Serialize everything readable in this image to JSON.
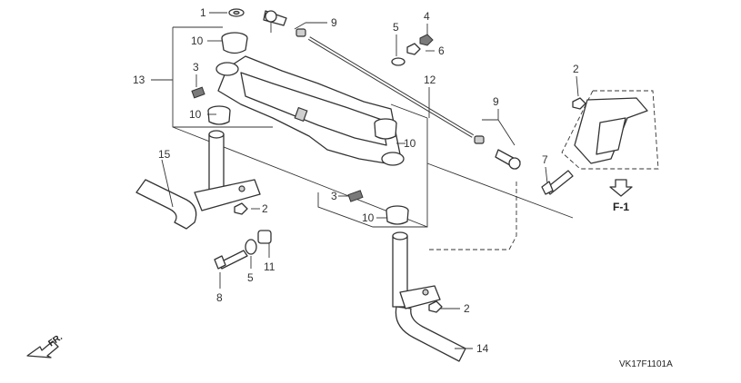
{
  "diagram": {
    "callouts": {
      "c1": "1",
      "c2a": "2",
      "c2b": "2",
      "c2c": "2",
      "c3a": "3",
      "c3b": "3",
      "c4": "4",
      "c5a": "5",
      "c5b": "5",
      "c6": "6",
      "c7": "7",
      "c8": "8",
      "c9a": "9",
      "c9b": "9",
      "c10a": "10",
      "c10b": "10",
      "c10c": "10",
      "c10d": "10",
      "c11": "11",
      "c12": "12",
      "c13": "13",
      "c14": "14",
      "c15": "15"
    },
    "ref_label": "F-1",
    "direction_label": "FR.",
    "figure_code": "VK17F1101A"
  }
}
